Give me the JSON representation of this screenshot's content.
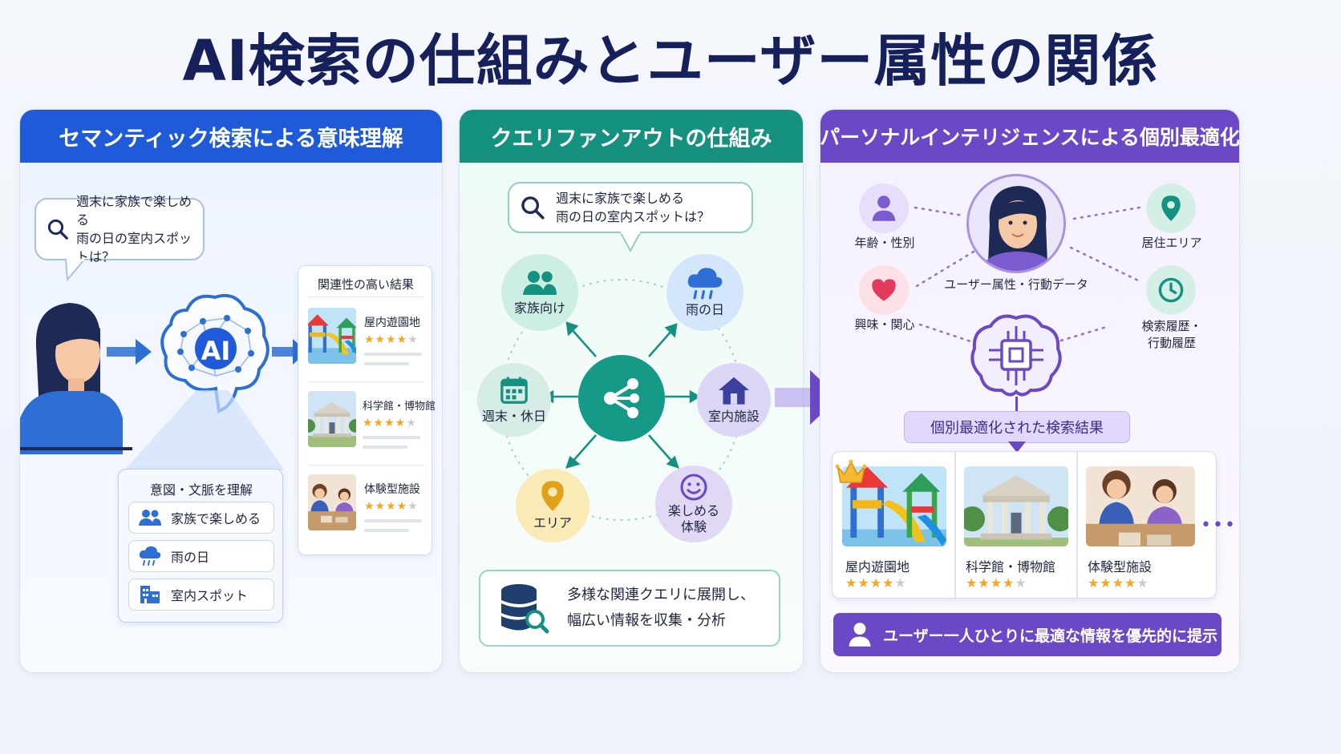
{
  "title": "AI検索の仕組みとユーザー属性の関係",
  "colors": {
    "blue": "#1f5bd8",
    "teal": "#14917f",
    "purple": "#6a48c6",
    "navy": "#16205a"
  },
  "semantic": {
    "header": "セマンティック検索による意味理解",
    "query_line1": "週末に家族で楽しめる",
    "query_line2": "雨の日の室内スポットは？",
    "ai_label": "AI",
    "results_title": "関連性の高い結果",
    "results": [
      {
        "label": "屋内遊園地",
        "rating": 4,
        "image": "playground"
      },
      {
        "label": "科学館・博物館",
        "rating": 4,
        "image": "museum"
      },
      {
        "label": "体験型施設",
        "rating": 4,
        "image": "workshop"
      }
    ],
    "intent_title": "意図・文脈を理解",
    "intents": [
      {
        "label": "家族で楽しめる",
        "icon": "family-icon"
      },
      {
        "label": "雨の日",
        "icon": "rain-cloud-icon"
      },
      {
        "label": "室内スポット",
        "icon": "building-icon"
      }
    ]
  },
  "fanout": {
    "header": "クエリファンアウトの仕組み",
    "query_line1": "週末に家族で楽しめる",
    "query_line2": "雨の日の室内スポットは？",
    "nodes": [
      {
        "label": "家族向け",
        "icon": "family-icon"
      },
      {
        "label": "雨の日",
        "icon": "rain-cloud-icon"
      },
      {
        "label": "週末・休日",
        "icon": "calendar-icon"
      },
      {
        "label": "室内施設",
        "icon": "home-icon"
      },
      {
        "label": "エリア",
        "icon": "map-pin-icon"
      },
      {
        "label1": "楽しめる",
        "label2": "体験",
        "icon": "smile-icon"
      }
    ],
    "note_line1": "多様な関連クエリに展開し、",
    "note_line2": "幅広い情報を収集・分析"
  },
  "personal": {
    "header": "パーソナルインテリジェンスによる個別最適化",
    "user_label": "ユーザー属性・行動データ",
    "attributes": [
      {
        "label": "年齢・性別",
        "icon": "person-icon"
      },
      {
        "label": "居住エリア",
        "icon": "map-pin-icon"
      },
      {
        "label": "興味・関心",
        "icon": "heart-icon"
      },
      {
        "label1": "検索履歴・",
        "label2": "行動履歴",
        "icon": "clock-icon"
      }
    ],
    "optimized_label": "個別最適化された検索結果",
    "results": [
      {
        "label": "屋内遊園地",
        "rating": 4,
        "image": "playground",
        "crown": true
      },
      {
        "label": "科学館・博物館",
        "rating": 4,
        "image": "museum"
      },
      {
        "label": "体験型施設",
        "rating": 4,
        "image": "workshop"
      }
    ],
    "more": "•••",
    "footer": "ユーザー一人ひとりに最適な情報を優先的に提示"
  }
}
